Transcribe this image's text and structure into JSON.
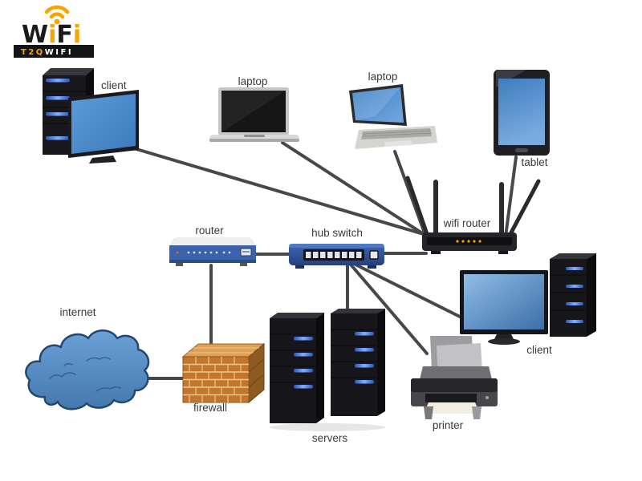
{
  "logo": {
    "letters": {
      "l1": "W",
      "l2": "i",
      "l3": "F",
      "l4": "i"
    },
    "tagline_accent": "T2Q",
    "tagline_rest": "WIFI",
    "accent_color": "#f7a600",
    "bar_color": "#141414"
  },
  "labels": {
    "client_top": "client",
    "laptop_left": "laptop",
    "laptop_right": "laptop",
    "tablet": "tablet",
    "wifi_router": "wifi router",
    "router": "router",
    "hub_switch": "hub switch",
    "internet": "internet",
    "firewall": "firewall",
    "servers": "servers",
    "printer": "printer",
    "client_right": "client"
  },
  "edges": [
    {
      "from": "client-top",
      "to": "wifi-router"
    },
    {
      "from": "laptop-left",
      "to": "wifi-router"
    },
    {
      "from": "laptop-right",
      "to": "wifi-router"
    },
    {
      "from": "tablet",
      "to": "wifi-router"
    },
    {
      "from": "wifi-router",
      "to": "hub-switch"
    },
    {
      "from": "hub-switch",
      "to": "router"
    },
    {
      "from": "router",
      "to": "firewall"
    },
    {
      "from": "firewall",
      "to": "internet"
    },
    {
      "from": "hub-switch",
      "to": "servers"
    },
    {
      "from": "hub-switch",
      "to": "printer"
    },
    {
      "from": "hub-switch",
      "to": "client-right"
    }
  ],
  "colors": {
    "cable": "#48484b",
    "cloud_blue": "#5b93c9",
    "cloud_outline": "#24486e",
    "switch_blue": "#2f529e",
    "router_panel_blue": "#3b62aa",
    "brick_orange": "#c3762c",
    "screen_blue": "#4a8ccd",
    "led_blue": "#4a7fe0",
    "device_black": "#1b1b1f",
    "logo_orange": "#f7a600"
  }
}
